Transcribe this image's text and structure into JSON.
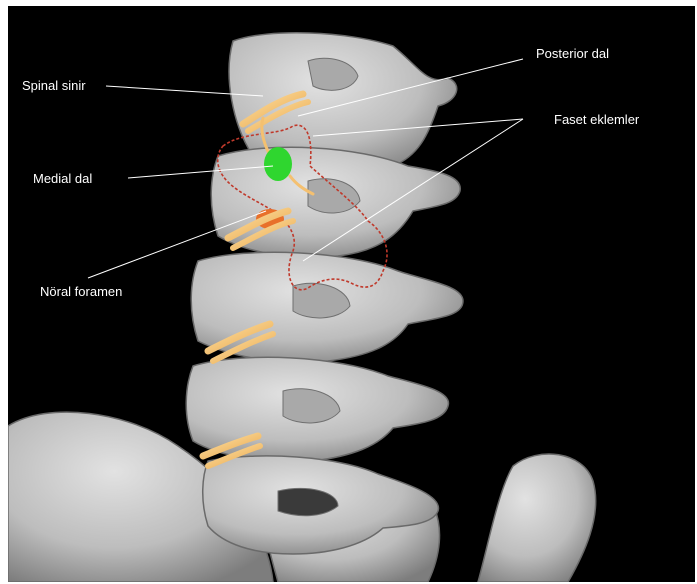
{
  "labels": {
    "spinal_nerve": "Spinal sinir",
    "medial_branch": "Medial dal",
    "neural_foramen": "Nöral foramen",
    "posterior_branch": "Posterior dal",
    "facet_joints": "Faset eklemler"
  },
  "colors": {
    "background": "#000000",
    "bone": "#c9c9c9",
    "bone_shadow": "#8a8a8a",
    "nerve": "#f4c070",
    "medial_branch_target": "#2fd62f",
    "facet_outline": "#c0392b",
    "label_text": "#ffffff"
  }
}
